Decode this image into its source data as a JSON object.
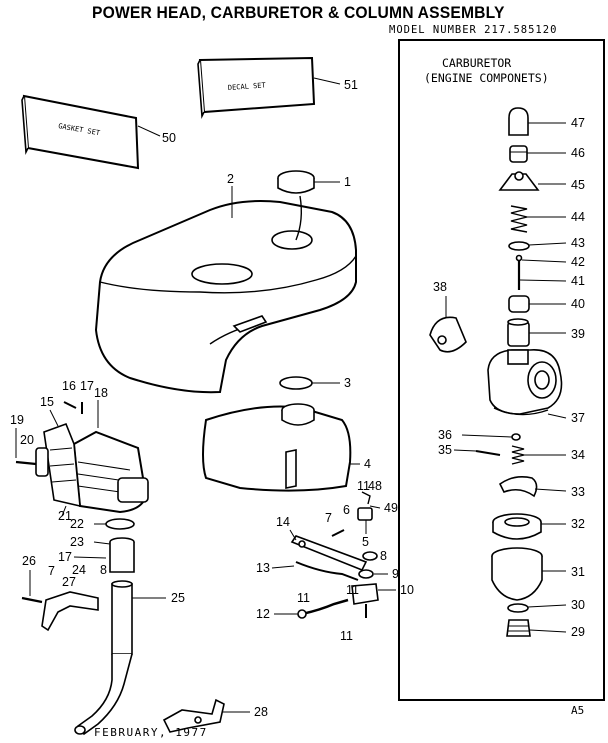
{
  "header": {
    "title": "POWER HEAD, CARBURETOR & COLUMN ASSEMBLY",
    "model_number": "MODEL NUMBER  217.585120"
  },
  "inset": {
    "title_line1": "CARBURETOR",
    "title_line2": "(ENGINE COMPONETS)"
  },
  "decals": {
    "decal_set": "DECAL SET",
    "gasket_set": "GASKET SET"
  },
  "part_numbers": {
    "p1": "1",
    "p2": "2",
    "p3": "3",
    "p4": "4",
    "p5": "5",
    "p6": "6",
    "p7a": "7",
    "p7b": "7",
    "p8a": "8",
    "p8b": "8",
    "p9": "9",
    "p10": "10",
    "p11a": "11",
    "p11b": "11",
    "p11c": "11",
    "p11d": "11",
    "p12": "12",
    "p13": "13",
    "p14": "14",
    "p15": "15",
    "p16": "16",
    "p17a": "17",
    "p17b": "17",
    "p18": "18",
    "p19": "19",
    "p20": "20",
    "p21": "21",
    "p22": "22",
    "p23": "23",
    "p24": "24",
    "p25": "25",
    "p26": "26",
    "p27": "27",
    "p28": "28",
    "p29": "29",
    "p30": "30",
    "p31": "31",
    "p32": "32",
    "p33": "33",
    "p34": "34",
    "p35": "35",
    "p36": "36",
    "p37": "37",
    "p38": "38",
    "p39": "39",
    "p40": "40",
    "p41": "41",
    "p42": "42",
    "p43": "43",
    "p44": "44",
    "p45": "45",
    "p46": "46",
    "p47": "47",
    "p48": "48",
    "p49": "49",
    "p50": "50",
    "p51": "51"
  },
  "footer": {
    "date": "FEBRUARY, 1977",
    "page_code": "A5"
  }
}
